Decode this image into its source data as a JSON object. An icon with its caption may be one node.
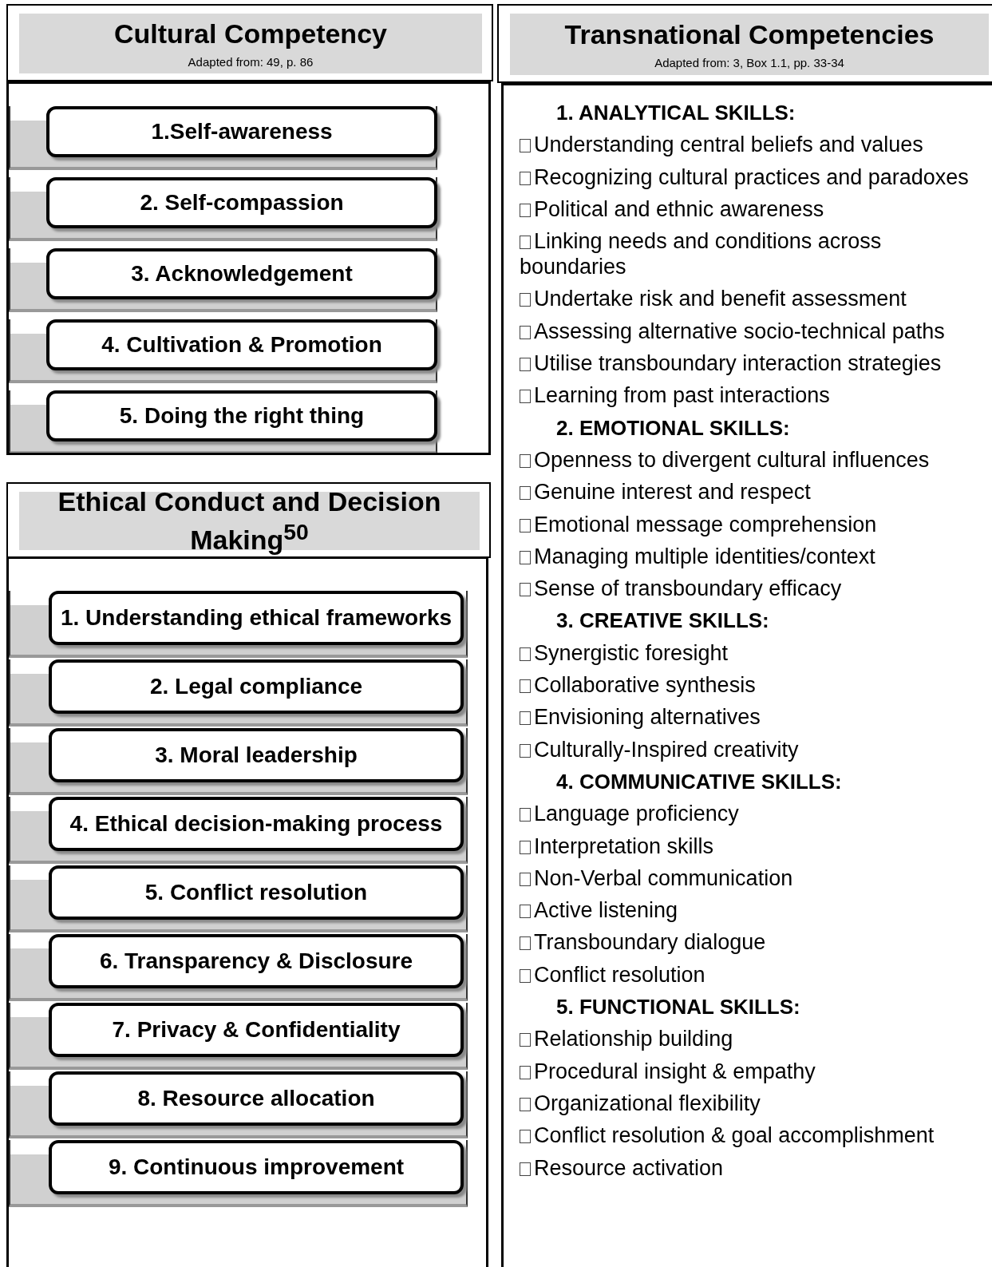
{
  "diagram": {
    "nodes": [
      {
        "text": [
          "Cultural Competency",
          "Adapted from: 49, p. 86"
        ]
      },
      {
        "text": [],
        "shape": "box"
      },
      {
        "text": [
          "1.Self-awareness"
        ],
        "in": 1
      },
      {
        "text": [
          "2. Self-compassion"
        ],
        "in": 1
      },
      {
        "text": [
          "3. Acknowledgement"
        ],
        "in": 1
      },
      {
        "text": [
          "4. Cultivation & Promotion"
        ],
        "in": 1
      },
      {
        "text": [
          "5. Doing the right thing"
        ],
        "in": 1
      },
      {
        "text": [
          "Ethical Conduct and Decision Making$^{50}$"
        ]
      },
      {
        "text": [],
        "shape": "box"
      },
      {
        "text": [
          "1. Understanding ethical frameworks"
        ],
        "in": 8
      },
      {
        "text": [
          "2. Legal compliance"
        ],
        "in": 8
      },
      {
        "text": [
          "3. Moral leadership"
        ],
        "in": 8
      },
      {
        "text": [
          "4. Ethical decision-making process"
        ],
        "in": 8
      },
      {
        "text": [
          "5. Conflict resolution"
        ],
        "in": 8
      },
      {
        "text": [
          "6. Transparency & Disclosure"
        ],
        "in": 8
      },
      {
        "text": [
          "7. Privacy & Confidentiality"
        ],
        "in": 8
      },
      {
        "text": [
          "8. Resource allocation"
        ],
        "in": 8
      },
      {
        "text": [
          "9. Continuous improvement"
        ],
        "in": 8
      },
      {
        "text": [
          "Transnational Competencies",
          "Adapted from: 3, Box 1.1, pp. 33-34"
        ]
      },
      {
        "text": [
          "1. ANALYTICAL SKILLS:",
          "Understanding central beliefs and values",
          "Recognizing cultural practices and paradoxes",
          "Political and ethnic awareness",
          "Linking needs and conditions across boundaries",
          "Undertake risk and benefit assessment",
          "Assessing alternative socio-technical paths",
          "Utilise transboundary interaction strategies",
          "Learning from past interactions",
          "2. EMOTIONAL SKILLS:",
          "Openness to divergent cultural influences",
          "Genuine interest and respect",
          "Emotional message comprehension",
          "Managing multiple identities/context",
          "Sense of transboundary efficacy",
          "3. CREATIVE SKILLS:",
          "Synergistic foresight",
          "Collaborative synthesis",
          "Envisioning alternatives",
          "Culturally-Inspired creativity",
          "4. COMMUNICATIVE SKILLS:",
          "Language proficiency",
          "Interpretation skills",
          "Non-Verbal communication",
          "Active listening",
          "Transboundary dialogue",
          "Conflict resolution",
          "5. FUNCTIONAL SKILLS:",
          "Relationship building",
          "Procedural insight & empathy",
          "Organizational flexibility",
          "Conflict resolution & goal accomplishment",
          "Resource activation"
        ]
      }
    ]
  }
}
